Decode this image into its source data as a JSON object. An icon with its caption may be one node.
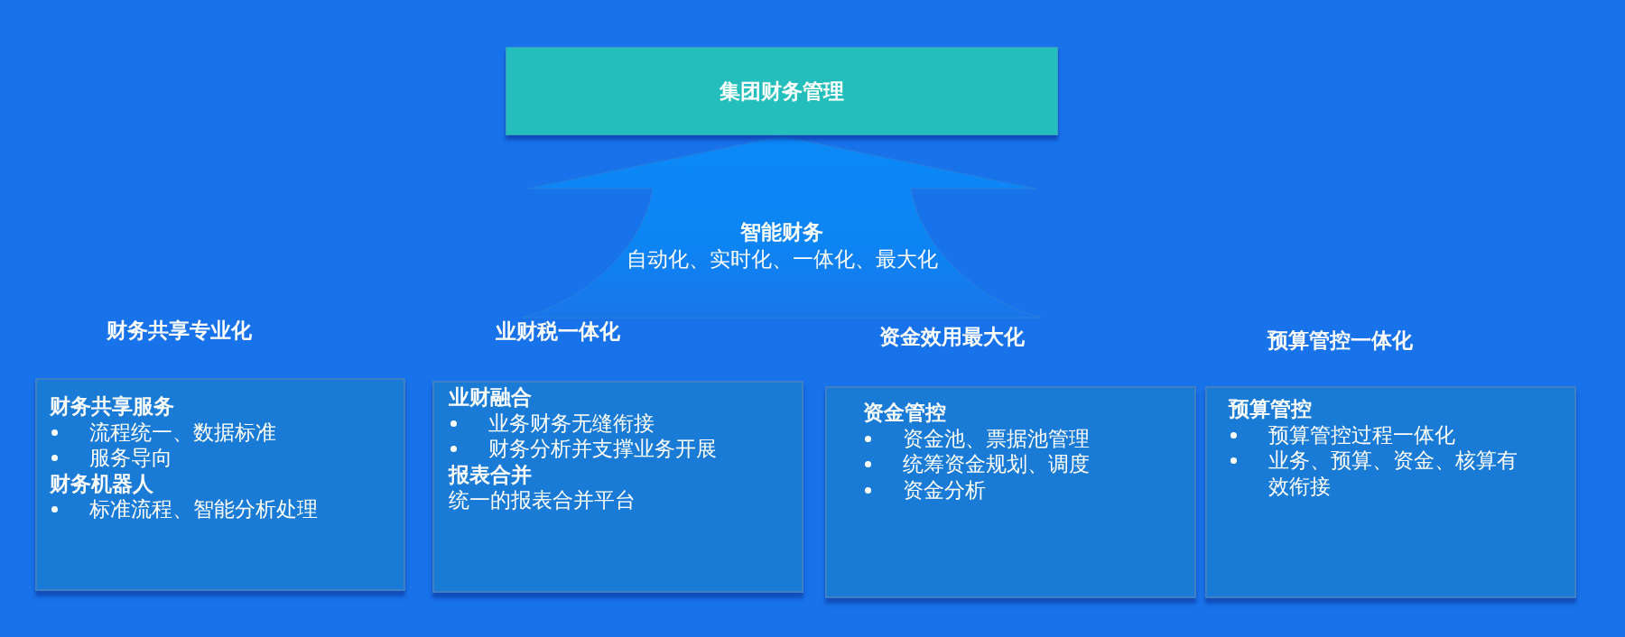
{
  "diagram": {
    "nodes": [
      {
        "text": [
          "集团财务管理"
        ]
      },
      {
        "text": [
          "智能财务",
          "自动化、实时化、一体化、最大化"
        ]
      },
      {
        "text": [
          "财务共享专业化",
          "财务共享服务",
          "流程统一、数据标准",
          "服务导向",
          "财务机器人",
          "标准流程、智能分析处理"
        ]
      },
      {
        "text": [
          "业财税一体化",
          "业财融合",
          "业务财务无缝衔接",
          "财务分析并支撑业务开展",
          "报表合并",
          "统一的报表合并平台"
        ]
      },
      {
        "text": [
          "资金效用最大化",
          "资金管控",
          "资金池、票据池管理",
          "统筹资金规划、调度",
          "资金分析"
        ]
      },
      {
        "text": [
          "预算管控一体化",
          "预算管控",
          "预算管控过程一体化",
          "业务、预算、资金、核算有效衔接"
        ]
      }
    ],
    "edges": [
      {
        "from": 1,
        "to": 0,
        "arrow": "to"
      }
    ]
  }
}
